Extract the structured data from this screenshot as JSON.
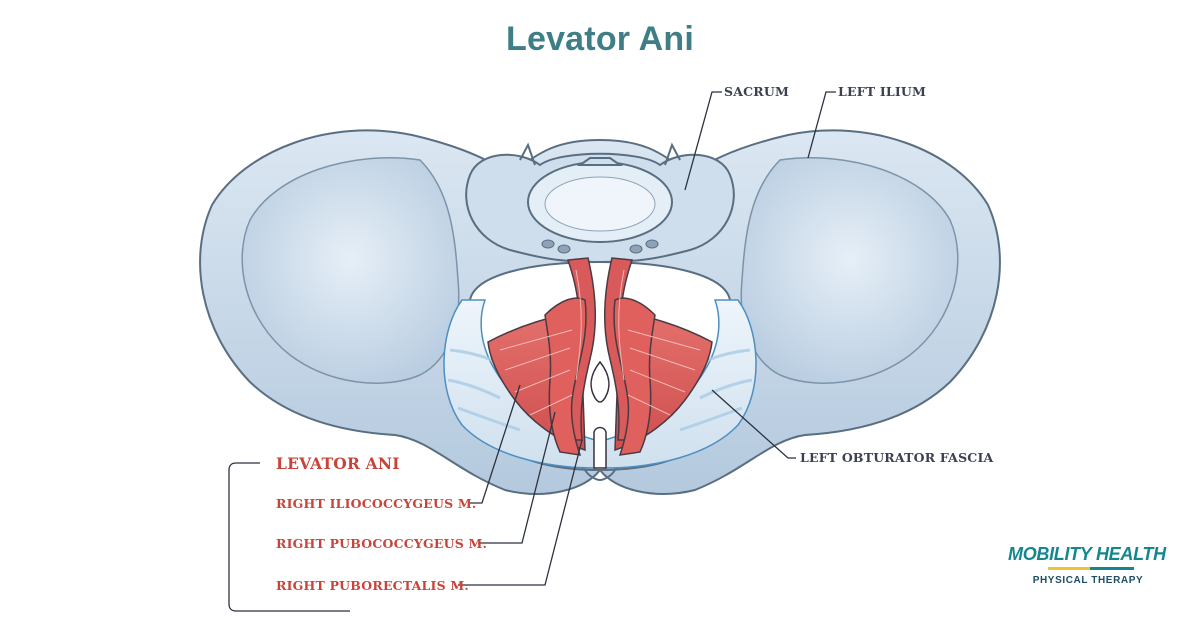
{
  "title": "Levator Ani",
  "labels": {
    "sacrum": "SACRUM",
    "left_ilium": "LEFT ILIUM",
    "left_obturator_fascia": "LEFT OBTURATOR FASCIA",
    "levator_ani": "LEVATOR ANI",
    "right_iliococcygeus": "RIGHT ILIOCOCCYGEUS M.",
    "right_pubococcygeus": "RIGHT PUBOCOCCYGEUS M.",
    "right_puborectalis": "RIGHT PUBORECTALIS M."
  },
  "logo": {
    "name": "MOBILITY HEALTH",
    "tagline": "PHYSICAL THERAPY"
  },
  "colors": {
    "title": "#3f7e86",
    "label_dark": "#3a4150",
    "label_red": "#c8443a",
    "bone_fill": "#c2d5e7",
    "bone_outline": "#5a6e82",
    "muscle_fill": "#d9595a",
    "logo_teal": "#14868f",
    "logo_yellow": "#f2c230"
  }
}
